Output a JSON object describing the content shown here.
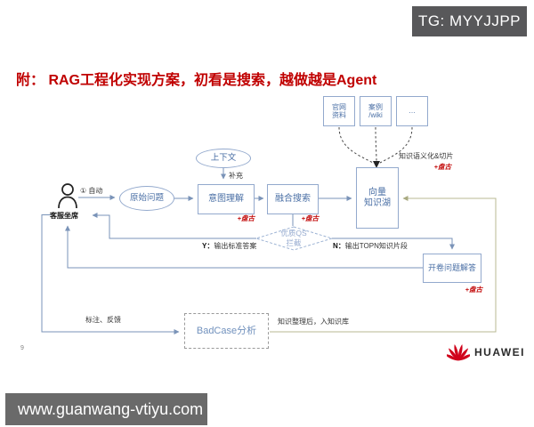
{
  "badge": {
    "text": "TG: MYYJJPP"
  },
  "title": "附： RAG工程化实现方案，初看是搜索，越做越是Agent",
  "page_number": "9",
  "footer": {
    "url": "www.guanwang-vtiyu.com"
  },
  "brand": {
    "name": "HUAWEI"
  },
  "colors": {
    "accent_red": "#c00000",
    "box_text_blue": "#4a6fa5",
    "box_border_blue": "#93a9cd",
    "connector_blue": "#7a93b8",
    "olive_line": "#b9ba93",
    "badge_gray": "#58585a",
    "footer_gray": "#6a6a6a"
  },
  "diagram": {
    "actor_label": "客服坐席",
    "auto_label": "① 自动",
    "original_question": "原始问题",
    "context_ellipse": "上下文",
    "supplement_label": "补充",
    "intent_box": "意图理解",
    "fusion_box": "融合搜索",
    "vector_lake": {
      "line1": "向量",
      "line2": "知识湖"
    },
    "sources": {
      "s1": {
        "line1": "官网",
        "line2": "资料"
      },
      "s2": {
        "line1": "案例",
        "line2": "/wiki"
      },
      "s3": {
        "line1": "…"
      }
    },
    "semantic_label": "知识语义化&切片",
    "pangu_label": "+盘古",
    "decision": {
      "line1": "优质QS",
      "line2": "拦截"
    },
    "yes_branch": {
      "prefix": "Y：",
      "text": "输出标准答案"
    },
    "no_branch": {
      "prefix": "N：",
      "text": "输出TOPN知识片段"
    },
    "open_book_box": "开卷问题解答",
    "badcase_box": "BadCase分析",
    "feedback_label": "标注、反馈",
    "knowledge_label": "知识整理后，入知识库"
  }
}
